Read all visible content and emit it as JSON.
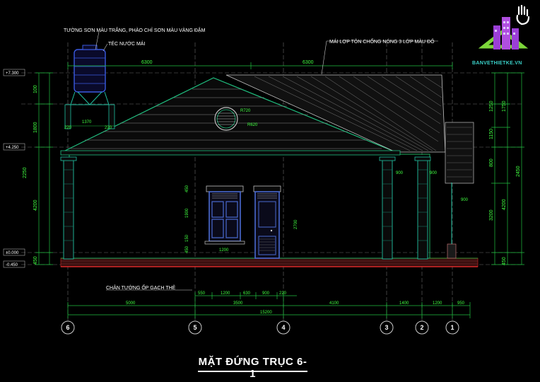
{
  "drawing": {
    "title": "MẶT ĐỨNG TRỤC 6-1",
    "annotations": {
      "tank_note": "TƯỜNG SƠN MÀU TRẮNG, PHÀO CHỈ SƠN MÀU VÀNG ĐẬM",
      "tank_label": "TÉC NƯỚC MÁI",
      "roof_note": "MÁI LỢP TÔN CHỐNG NÓNG 3 LỚP MÀU ĐỎ",
      "wall_base": "CHÂN TƯỜNG ỐP GẠCH THẺ"
    },
    "levels": [
      "+7.300",
      "+4.250",
      "±0.000",
      "-0.450"
    ],
    "left_dims": [
      "100",
      "1800",
      "2250",
      "4200",
      "450"
    ],
    "right_dims": [
      "1750",
      "1250",
      "1150",
      "800",
      "2450",
      "3200",
      "4200",
      "450"
    ],
    "top_dims": [
      "6300",
      "6300"
    ],
    "tank_dims": [
      "1370",
      "220",
      "220"
    ],
    "window_dims": [
      "450",
      "1900",
      "150",
      "450",
      "1200",
      "2700"
    ],
    "porch_dims": [
      "900",
      "900",
      "900"
    ],
    "round_window": [
      "R720",
      "R620"
    ],
    "bottom_dims_row1": [
      "550",
      "1200",
      "630",
      "900",
      "220"
    ],
    "bottom_dims_row2": [
      "5000",
      "3500",
      "4100",
      "1400",
      "1200",
      "950"
    ],
    "bottom_total": "15200",
    "axes": [
      "6",
      "5",
      "4",
      "3",
      "2",
      "1"
    ]
  },
  "logo": {
    "text": "BANVETHIETKE.VN",
    "colors": {
      "accent": "#3ad0c8",
      "purple": "#9b3fd6",
      "green": "#7dd63a"
    }
  }
}
